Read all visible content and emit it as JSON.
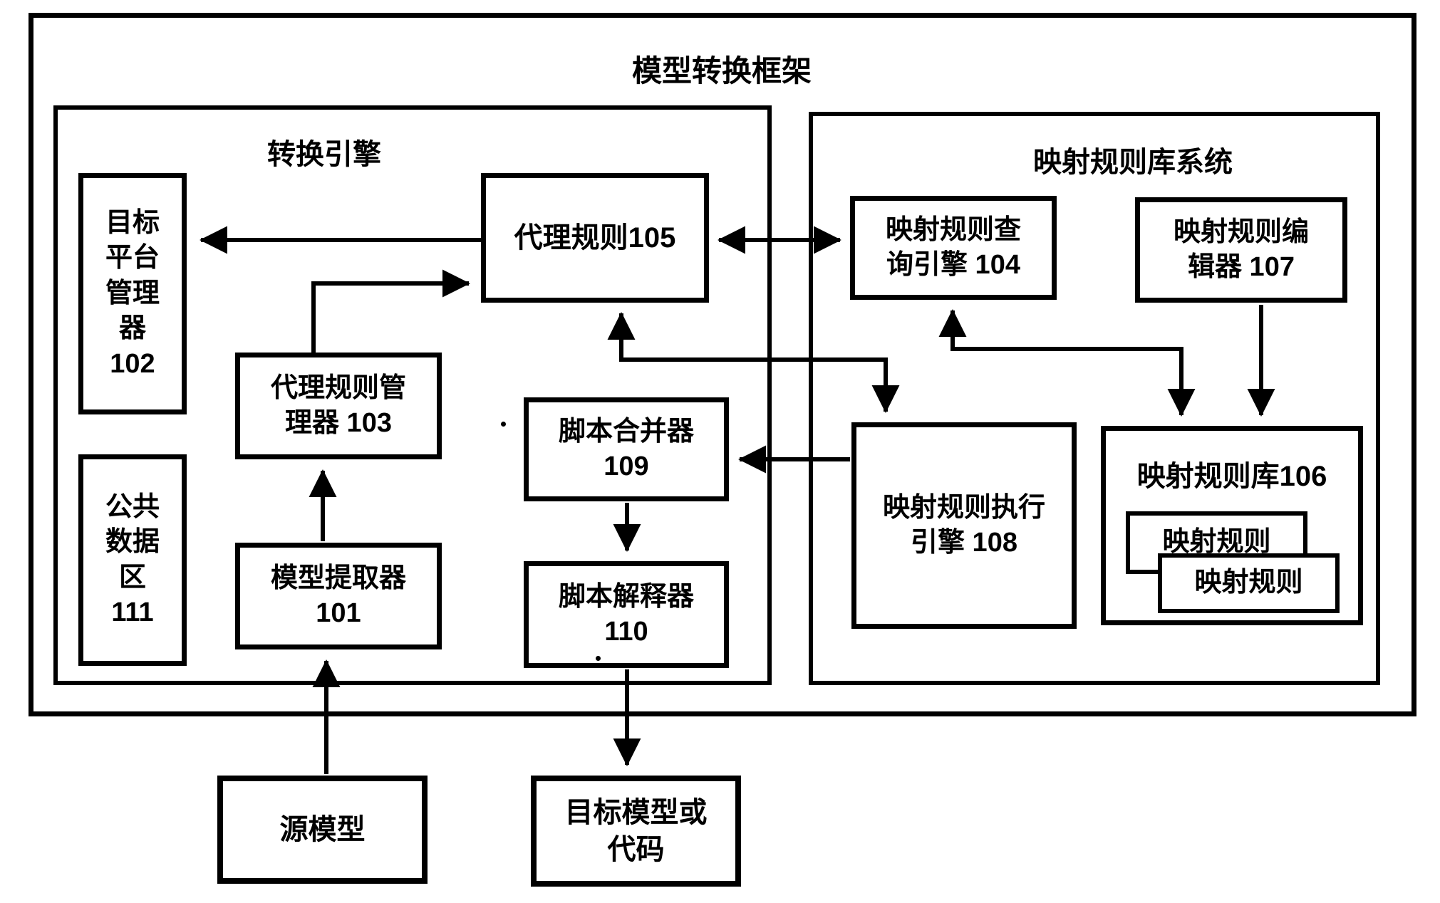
{
  "title": "模型转换框架",
  "colors": {
    "ink": "#000000",
    "paper": "#ffffff"
  },
  "groups": {
    "engine": {
      "label": "转换引擎"
    },
    "rule_system": {
      "label": "映射规则库系统"
    }
  },
  "nodes": {
    "target_platform_manager_102": {
      "label": "目标\n平台\n管理\n器\n102"
    },
    "proxy_rule_105": {
      "label": "代理规则105"
    },
    "proxy_rule_manager_103": {
      "label": "代理规则管\n理器 103"
    },
    "common_data_area_111": {
      "label": "公共\n数据\n区\n111"
    },
    "model_extractor_101": {
      "label": "模型提取器\n101"
    },
    "script_merger_109": {
      "label": "脚本合并器\n109"
    },
    "script_interpreter_110": {
      "label": "脚本解释器\n110"
    },
    "mapping_rule_query_engine_104": {
      "label": "映射规则查\n询引擎 104"
    },
    "mapping_rule_editor_107": {
      "label": "映射规则编\n辑器 107"
    },
    "mapping_rule_exec_engine_108": {
      "label": "映射规则执行\n引擎 108"
    },
    "mapping_rule_library_106": {
      "label": "映射规则库106",
      "rule_card_1": "映射规则",
      "rule_card_2": "映射规则"
    },
    "source_model": {
      "label": "源模型"
    },
    "target_model_or_code": {
      "label": "目标模型或\n代码"
    }
  }
}
